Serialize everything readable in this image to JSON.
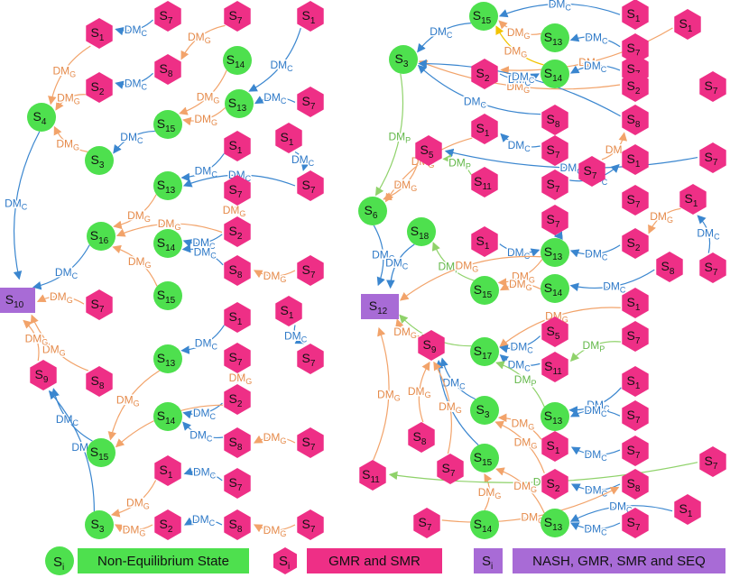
{
  "colors": {
    "green": "#4ee04e",
    "pink": "#ee2f86",
    "purple": "#a86bd6",
    "blue": "#3a86cf",
    "orange": "#f2a36a",
    "lightgreen": "#8fd26a",
    "yellow": "#f2c300",
    "label_blue": "#2e79c7",
    "label_orange": "#e58a4a",
    "label_green": "#63b84a"
  },
  "edge_labels": {
    "C": "DM",
    "G": "DM",
    "P": "DM",
    "sub_C": "C",
    "sub_G": "G",
    "sub_P": "P"
  },
  "legend": {
    "item1": {
      "symbol": "S",
      "symbol_sub": "i",
      "label": "Non-Equilibrium State"
    },
    "item2": {
      "symbol": "S",
      "symbol_sub": "i",
      "label": "GMR and SMR"
    },
    "item3": {
      "symbol": "S",
      "symbol_sub": "i",
      "label": "NASH, GMR, SMR and SEQ"
    }
  },
  "nodes": [
    {
      "id": "a_s7_1",
      "shape": "hex",
      "sub": "7"
    },
    {
      "id": "a_s7_2",
      "shape": "hex",
      "sub": "7"
    },
    {
      "id": "a_s1_top",
      "shape": "hex",
      "sub": "1"
    },
    {
      "id": "a_s1_a",
      "shape": "hex",
      "sub": "1"
    },
    {
      "id": "a_s8_a",
      "shape": "hex",
      "sub": "8"
    },
    {
      "id": "a_s14_a",
      "shape": "circle",
      "sub": "14"
    },
    {
      "id": "a_s2_a",
      "shape": "hex",
      "sub": "2"
    },
    {
      "id": "a_s13_a",
      "shape": "circle",
      "sub": "13"
    },
    {
      "id": "a_s7_3",
      "shape": "hex",
      "sub": "7"
    },
    {
      "id": "a_s4",
      "shape": "circle",
      "sub": "4"
    },
    {
      "id": "a_s15_a",
      "shape": "circle",
      "sub": "15"
    },
    {
      "id": "a_s3_a",
      "shape": "circle",
      "sub": "3"
    },
    {
      "id": "a_s1_b",
      "shape": "hex",
      "sub": "1"
    },
    {
      "id": "a_s1_c",
      "shape": "hex",
      "sub": "1"
    },
    {
      "id": "a_s7_4",
      "shape": "hex",
      "sub": "7"
    },
    {
      "id": "a_s13_b",
      "shape": "circle",
      "sub": "13"
    },
    {
      "id": "a_s7_5",
      "shape": "hex",
      "sub": "7"
    },
    {
      "id": "a_s16",
      "shape": "circle",
      "sub": "16"
    },
    {
      "id": "a_s2_b",
      "shape": "hex",
      "sub": "2"
    },
    {
      "id": "a_s14_b",
      "shape": "circle",
      "sub": "14"
    },
    {
      "id": "a_s8_b",
      "shape": "hex",
      "sub": "8"
    },
    {
      "id": "a_s7_6",
      "shape": "hex",
      "sub": "7"
    },
    {
      "id": "a_s15_b",
      "shape": "circle",
      "sub": "15"
    },
    {
      "id": "a_s10",
      "shape": "rect",
      "sub": "10"
    },
    {
      "id": "a_s7_7",
      "shape": "hex",
      "sub": "7"
    },
    {
      "id": "a_s1_d",
      "shape": "hex",
      "sub": "1"
    },
    {
      "id": "a_s1_e",
      "shape": "hex",
      "sub": "1"
    },
    {
      "id": "a_s13_c",
      "shape": "circle",
      "sub": "13"
    },
    {
      "id": "a_s7_8",
      "shape": "hex",
      "sub": "7"
    },
    {
      "id": "a_s7_9",
      "shape": "hex",
      "sub": "7"
    },
    {
      "id": "a_s9",
      "shape": "hex",
      "sub": "9"
    },
    {
      "id": "a_s8_c",
      "shape": "hex",
      "sub": "8"
    },
    {
      "id": "a_s2_c",
      "shape": "hex",
      "sub": "2"
    },
    {
      "id": "a_s14_c",
      "shape": "circle",
      "sub": "14"
    },
    {
      "id": "a_s15_c",
      "shape": "circle",
      "sub": "15"
    },
    {
      "id": "a_s8_d",
      "shape": "hex",
      "sub": "8"
    },
    {
      "id": "a_s7_10",
      "shape": "hex",
      "sub": "7"
    },
    {
      "id": "a_s1_f",
      "shape": "hex",
      "sub": "1"
    },
    {
      "id": "a_s7_11",
      "shape": "hex",
      "sub": "7"
    },
    {
      "id": "a_s3_b",
      "shape": "circle",
      "sub": "3"
    },
    {
      "id": "a_s2_d",
      "shape": "hex",
      "sub": "2"
    },
    {
      "id": "a_s8_e",
      "shape": "hex",
      "sub": "8"
    },
    {
      "id": "a_s7_12",
      "shape": "hex",
      "sub": "7"
    },
    {
      "id": "b_s15_top",
      "shape": "circle",
      "sub": "15"
    },
    {
      "id": "b_s1_a",
      "shape": "hex",
      "sub": "1"
    },
    {
      "id": "b_s13_a",
      "shape": "circle",
      "sub": "13"
    },
    {
      "id": "b_s7_a",
      "shape": "hex",
      "sub": "7"
    },
    {
      "id": "b_s1_b",
      "shape": "hex",
      "sub": "1"
    },
    {
      "id": "b_s3_a",
      "shape": "circle",
      "sub": "3"
    },
    {
      "id": "b_s2_a",
      "shape": "hex",
      "sub": "2"
    },
    {
      "id": "b_s14_a",
      "shape": "circle",
      "sub": "14"
    },
    {
      "id": "b_s7_b",
      "shape": "hex",
      "sub": "7"
    },
    {
      "id": "b_s2_b",
      "shape": "hex",
      "sub": "2"
    },
    {
      "id": "b_s7_c",
      "shape": "hex",
      "sub": "7"
    },
    {
      "id": "b_s8_a",
      "shape": "hex",
      "sub": "8"
    },
    {
      "id": "b_s8_b",
      "shape": "hex",
      "sub": "8"
    },
    {
      "id": "b_s1_c",
      "shape": "hex",
      "sub": "1"
    },
    {
      "id": "b_s7_d",
      "shape": "hex",
      "sub": "7"
    },
    {
      "id": "b_s7_e",
      "shape": "hex",
      "sub": "7"
    },
    {
      "id": "b_s5_a",
      "shape": "hex",
      "sub": "5"
    },
    {
      "id": "b_s11_a",
      "shape": "hex",
      "sub": "11"
    },
    {
      "id": "b_s7_f",
      "shape": "hex",
      "sub": "7"
    },
    {
      "id": "b_s1_d",
      "shape": "hex",
      "sub": "1"
    },
    {
      "id": "b_s7_g",
      "shape": "hex",
      "sub": "7"
    },
    {
      "id": "b_s6",
      "shape": "circle",
      "sub": "6"
    },
    {
      "id": "b_s18",
      "shape": "circle",
      "sub": "18"
    },
    {
      "id": "b_s1_e",
      "shape": "hex",
      "sub": "1"
    },
    {
      "id": "b_s7_h",
      "shape": "hex",
      "sub": "7"
    },
    {
      "id": "b_s7_i",
      "shape": "hex",
      "sub": "7"
    },
    {
      "id": "b_s1_f",
      "shape": "hex",
      "sub": "1"
    },
    {
      "id": "b_s2_c",
      "shape": "hex",
      "sub": "2"
    },
    {
      "id": "b_s13_b",
      "shape": "circle",
      "sub": "13"
    },
    {
      "id": "b_s7_j",
      "shape": "hex",
      "sub": "7"
    },
    {
      "id": "b_s8_c",
      "shape": "hex",
      "sub": "8"
    },
    {
      "id": "b_s15_a",
      "shape": "circle",
      "sub": "15"
    },
    {
      "id": "b_s14_b",
      "shape": "circle",
      "sub": "14"
    },
    {
      "id": "b_s12",
      "shape": "rect",
      "sub": "12"
    },
    {
      "id": "b_s1_g",
      "shape": "hex",
      "sub": "1"
    },
    {
      "id": "b_s5_b",
      "shape": "hex",
      "sub": "5"
    },
    {
      "id": "b_s7_k",
      "shape": "hex",
      "sub": "7"
    },
    {
      "id": "b_s9",
      "shape": "hex",
      "sub": "9"
    },
    {
      "id": "b_s17",
      "shape": "circle",
      "sub": "17"
    },
    {
      "id": "b_s11_b",
      "shape": "hex",
      "sub": "11"
    },
    {
      "id": "b_s1_h",
      "shape": "hex",
      "sub": "1"
    },
    {
      "id": "b_s13_c",
      "shape": "circle",
      "sub": "13"
    },
    {
      "id": "b_s7_l",
      "shape": "hex",
      "sub": "7"
    },
    {
      "id": "b_s3_b",
      "shape": "circle",
      "sub": "3"
    },
    {
      "id": "b_s1_i",
      "shape": "hex",
      "sub": "1"
    },
    {
      "id": "b_s7_m",
      "shape": "hex",
      "sub": "7"
    },
    {
      "id": "b_s8_d",
      "shape": "hex",
      "sub": "8"
    },
    {
      "id": "b_s15_b",
      "shape": "circle",
      "sub": "15"
    },
    {
      "id": "b_s7_n",
      "shape": "hex",
      "sub": "7"
    },
    {
      "id": "b_s7_o",
      "shape": "hex",
      "sub": "7"
    },
    {
      "id": "b_s2_d",
      "shape": "hex",
      "sub": "2"
    },
    {
      "id": "b_s8_e",
      "shape": "hex",
      "sub": "8"
    },
    {
      "id": "b_s11_c",
      "shape": "hex",
      "sub": "11"
    },
    {
      "id": "b_s14_c",
      "shape": "circle",
      "sub": "14"
    },
    {
      "id": "b_s7_p",
      "shape": "hex",
      "sub": "7"
    },
    {
      "id": "b_s1_j",
      "shape": "hex",
      "sub": "1"
    },
    {
      "id": "b_s13_d",
      "shape": "circle",
      "sub": "13"
    },
    {
      "id": "b_s7_q",
      "shape": "hex",
      "sub": "7"
    }
  ],
  "edges": [
    {
      "from": "a_s7_1",
      "to": "a_s1_a",
      "t": "C"
    },
    {
      "from": "a_s7_2",
      "to": "a_s8_a",
      "t": "G"
    },
    {
      "from": "a_s1_top",
      "to": "a_s13_a",
      "t": "C"
    },
    {
      "from": "a_s1_a",
      "to": "a_s4",
      "t": "G"
    },
    {
      "from": "a_s8_a",
      "to": "a_s2_a",
      "t": "C"
    },
    {
      "from": "a_s2_a",
      "to": "a_s4",
      "t": "G"
    },
    {
      "from": "a_s14_a",
      "to": "a_s15_a",
      "t": "G"
    },
    {
      "from": "a_s7_3",
      "to": "a_s13_a",
      "t": "C"
    },
    {
      "from": "a_s13_a",
      "to": "a_s15_a",
      "t": "G"
    },
    {
      "from": "a_s15_a",
      "to": "a_s3_a",
      "t": "C"
    },
    {
      "from": "a_s3_a",
      "to": "a_s4",
      "t": "G"
    },
    {
      "from": "a_s4",
      "to": "a_s10",
      "t": "C"
    },
    {
      "from": "a_s1_b",
      "to": "a_s13_b",
      "t": "C"
    },
    {
      "from": "a_s7_4",
      "to": "a_s13_b",
      "t": "C"
    },
    {
      "from": "a_s1_c",
      "to": "a_s7_4",
      "t": "C"
    },
    {
      "from": "a_s7_5",
      "to": "a_s2_b",
      "t": "G"
    },
    {
      "from": "a_s13_b",
      "to": "a_s16",
      "t": "G"
    },
    {
      "from": "a_s2_b",
      "to": "a_s16",
      "t": "G"
    },
    {
      "from": "a_s2_b",
      "to": "a_s14_b",
      "t": "C"
    },
    {
      "from": "a_s8_b",
      "to": "a_s14_b",
      "t": "C"
    },
    {
      "from": "a_s7_6",
      "to": "a_s8_b",
      "t": "G"
    },
    {
      "from": "a_s15_b",
      "to": "a_s16",
      "t": "G"
    },
    {
      "from": "a_s16",
      "to": "a_s10",
      "t": "C"
    },
    {
      "from": "a_s7_7",
      "to": "a_s10",
      "t": "G"
    },
    {
      "from": "a_s8_c",
      "to": "a_s10",
      "t": "G"
    },
    {
      "from": "a_s9",
      "to": "a_s10",
      "t": "G"
    },
    {
      "from": "a_s1_d",
      "to": "a_s13_c",
      "t": "C"
    },
    {
      "from": "a_s1_e",
      "to": "a_s7_9",
      "t": "C"
    },
    {
      "from": "a_s7_8",
      "to": "a_s2_c",
      "t": "G"
    },
    {
      "from": "a_s13_c",
      "to": "a_s15_c",
      "t": "G"
    },
    {
      "from": "a_s2_c",
      "to": "a_s14_c",
      "t": "C"
    },
    {
      "from": "a_s2_c",
      "to": "a_s15_c",
      "t": "G"
    },
    {
      "from": "a_s8_d",
      "to": "a_s14_c",
      "t": "C"
    },
    {
      "from": "a_s7_10",
      "to": "a_s8_d",
      "t": "G"
    },
    {
      "from": "a_s15_c",
      "to": "a_s9",
      "t": "C"
    },
    {
      "from": "a_s3_b",
      "to": "a_s9",
      "t": "C"
    },
    {
      "from": "a_s1_f",
      "to": "a_s3_b",
      "t": "G"
    },
    {
      "from": "a_s7_11",
      "to": "a_s1_f",
      "t": "C"
    },
    {
      "from": "a_s2_d",
      "to": "a_s3_b",
      "t": "G"
    },
    {
      "from": "a_s8_e",
      "to": "a_s2_d",
      "t": "C"
    },
    {
      "from": "a_s7_12",
      "to": "a_s8_e",
      "t": "G"
    },
    {
      "from": "b_s1_a",
      "to": "b_s15_top",
      "t": "C"
    },
    {
      "from": "b_s13_a",
      "to": "b_s15_top",
      "t": "G"
    },
    {
      "from": "b_s7_a",
      "to": "b_s13_a",
      "t": "C"
    },
    {
      "from": "b_s1_b",
      "to": "b_s2_a",
      "t": "G"
    },
    {
      "from": "b_s15_top",
      "to": "b_s3_a",
      "t": "C"
    },
    {
      "from": "b_s14_a",
      "to": "b_s15_top",
      "t": "Y"
    },
    {
      "from": "b_s7_b",
      "to": "b_s14_a",
      "t": "C"
    },
    {
      "from": "b_s2_b",
      "to": "b_s3_a",
      "t": "G"
    },
    {
      "from": "b_s2_a",
      "to": "b_s14_a",
      "t": "C"
    },
    {
      "from": "b_s8_a",
      "to": "b_s3_a",
      "t": "C"
    },
    {
      "from": "b_s8_b",
      "to": "b_s3_a",
      "t": "C"
    },
    {
      "from": "b_s7_d",
      "to": "b_s1_c",
      "t": "C"
    },
    {
      "from": "b_s7_e",
      "to": "b_s8_b",
      "t": "G"
    },
    {
      "from": "b_s3_a",
      "to": "b_s6",
      "t": "P"
    },
    {
      "from": "b_s1_c",
      "to": "b_s6",
      "t": "G"
    },
    {
      "from": "b_s7_f",
      "to": "b_s5_a",
      "t": "C"
    },
    {
      "from": "b_s11_a",
      "to": "b_s5_a",
      "t": "P"
    },
    {
      "from": "b_s5_a",
      "to": "b_s6",
      "t": "G"
    },
    {
      "from": "b_s7_g",
      "to": "b_s1_d",
      "t": "C"
    },
    {
      "from": "b_s6",
      "to": "b_s12",
      "t": "C"
    },
    {
      "from": "b_s18",
      "to": "b_s12",
      "t": "C"
    },
    {
      "from": "b_s15_a",
      "to": "b_s18",
      "t": "P"
    },
    {
      "from": "b_s1_e",
      "to": "b_s13_b",
      "t": "C"
    },
    {
      "from": "b_s7_h",
      "to": "b_s13_b",
      "t": "C"
    },
    {
      "from": "b_s1_f",
      "to": "b_s2_c",
      "t": "G"
    },
    {
      "from": "b_s2_c",
      "to": "b_s13_b",
      "t": "C"
    },
    {
      "from": "b_s7_j",
      "to": "b_s1_f",
      "t": "C"
    },
    {
      "from": "b_s13_b",
      "to": "b_s15_a",
      "t": "G"
    },
    {
      "from": "b_s14_b",
      "to": "b_s15_a",
      "t": "G"
    },
    {
      "from": "b_s8_c",
      "to": "b_s14_b",
      "t": "C"
    },
    {
      "from": "b_s13_b",
      "to": "b_s12",
      "t": "G"
    },
    {
      "from": "b_s17",
      "to": "b_s12",
      "t": "P"
    },
    {
      "from": "b_s1_g",
      "to": "b_s17",
      "t": "G"
    },
    {
      "from": "b_s5_b",
      "to": "b_s17",
      "t": "C"
    },
    {
      "from": "b_s7_k",
      "to": "b_s11_b",
      "t": "P"
    },
    {
      "from": "b_s11_b",
      "to": "b_s17",
      "t": "C"
    },
    {
      "from": "b_s13_c",
      "to": "b_s17",
      "t": "P"
    },
    {
      "from": "b_s1_h",
      "to": "b_s13_c",
      "t": "C"
    },
    {
      "from": "b_s7_l",
      "to": "b_s13_c",
      "t": "C"
    },
    {
      "from": "b_s3_b",
      "to": "b_s9",
      "t": "C"
    },
    {
      "from": "b_s1_i",
      "to": "b_s3_b",
      "t": "G"
    },
    {
      "from": "b_s7_m",
      "to": "b_s1_i",
      "t": "C"
    },
    {
      "from": "b_s2_d",
      "to": "b_s3_b",
      "t": "G"
    },
    {
      "from": "b_s8_e",
      "to": "b_s2_d",
      "t": "C"
    },
    {
      "from": "b_s7_p",
      "to": "b_s8_e",
      "t": "G"
    },
    {
      "from": "b_s15_b",
      "to": "b_s9",
      "t": "C"
    },
    {
      "from": "b_s7_n",
      "to": "b_s9",
      "t": "G"
    },
    {
      "from": "b_s8_d",
      "to": "b_s9",
      "t": "G"
    },
    {
      "from": "b_s14_c",
      "to": "b_s15_b",
      "t": "G"
    },
    {
      "from": "b_s9",
      "to": "b_s12",
      "t": "G"
    },
    {
      "from": "b_s11_c",
      "to": "b_s12",
      "t": "G"
    },
    {
      "from": "b_s7_o",
      "to": "b_s11_c",
      "t": "P"
    },
    {
      "from": "b_s1_j",
      "to": "b_s13_d",
      "t": "C"
    },
    {
      "from": "b_s7_q",
      "to": "b_s13_d",
      "t": "C"
    },
    {
      "from": "b_s13_d",
      "to": "b_s15_b",
      "t": "G"
    }
  ]
}
